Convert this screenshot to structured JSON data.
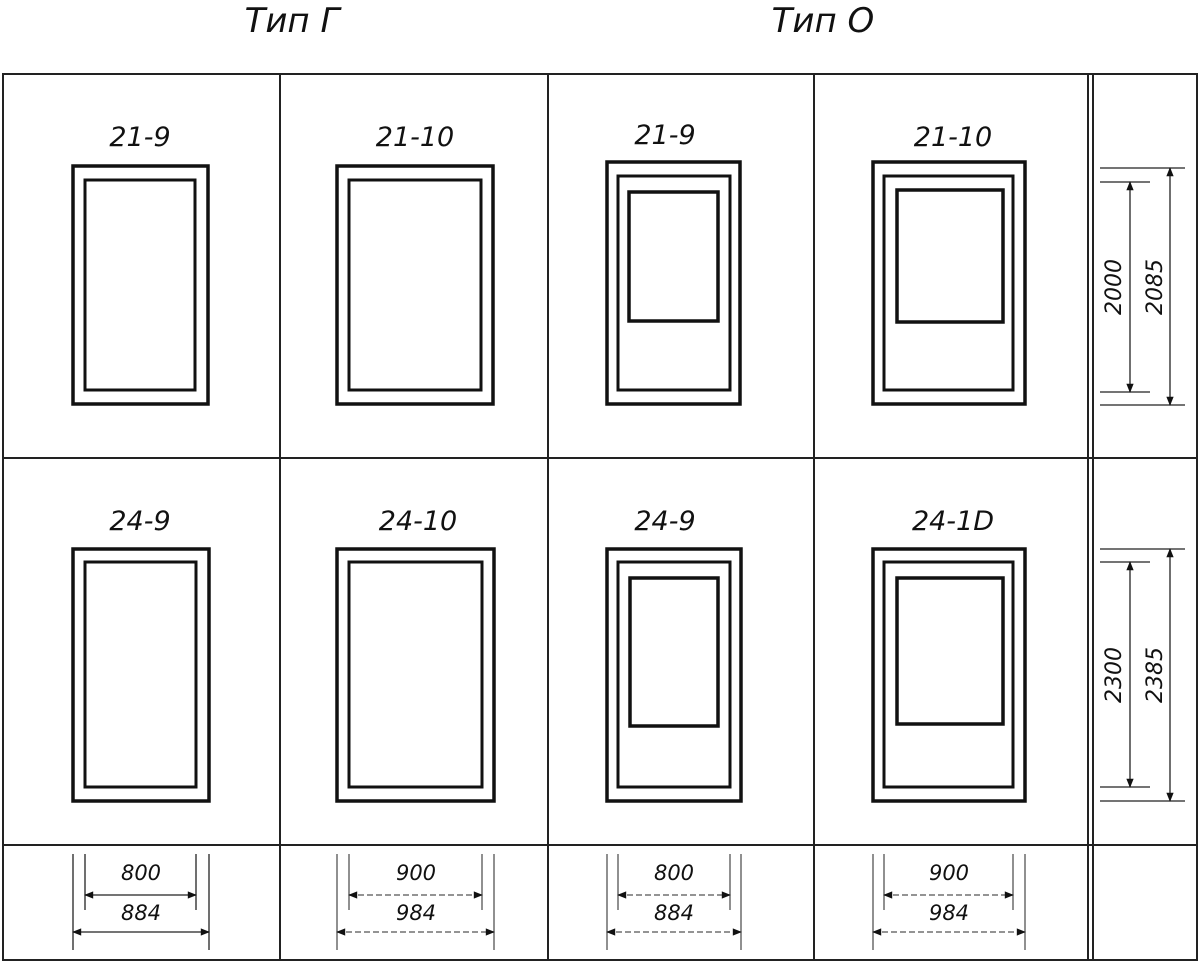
{
  "headers": {
    "type_g": "Тип Г",
    "type_o": "Тип О"
  },
  "rows": [
    {
      "doors": [
        {
          "label": "21-9",
          "type": "Г"
        },
        {
          "label": "21-10",
          "type": "Г"
        },
        {
          "label": "21-9",
          "type": "О"
        },
        {
          "label": "21-10",
          "type": "О"
        }
      ],
      "dim_inner": "2000",
      "dim_outer": "2085"
    },
    {
      "doors": [
        {
          "label": "24-9",
          "type": "Г"
        },
        {
          "label": "24-10",
          "type": "Г"
        },
        {
          "label": "24-9",
          "type": "О"
        },
        {
          "label": "24-1D",
          "type": "О"
        }
      ],
      "dim_inner": "2300",
      "dim_outer": "2385"
    }
  ],
  "widths": [
    {
      "inner": "800",
      "outer": "884"
    },
    {
      "inner": "900",
      "outer": "984"
    },
    {
      "inner": "800",
      "outer": "884"
    },
    {
      "inner": "900",
      "outer": "984"
    }
  ]
}
